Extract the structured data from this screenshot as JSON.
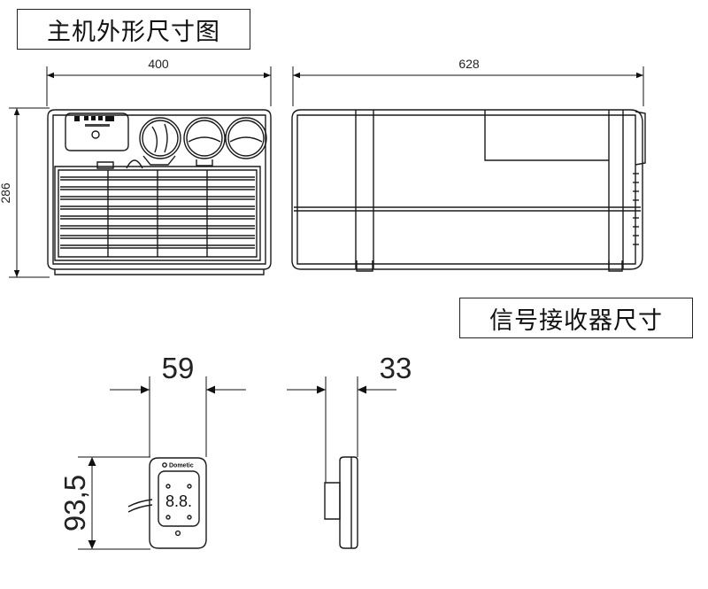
{
  "titles": {
    "main_unit": "主机外形尺寸图",
    "receiver": "信号接收器尺寸"
  },
  "dimensions": {
    "front_width": "400",
    "side_length": "628",
    "height": "286",
    "receiver_width": "59",
    "receiver_depth": "33",
    "receiver_height": "93,5"
  },
  "receiver_panel": {
    "brand": "Dometic",
    "display": "8.8."
  },
  "colors": {
    "line": "#1a1a1a",
    "background": "#ffffff"
  }
}
